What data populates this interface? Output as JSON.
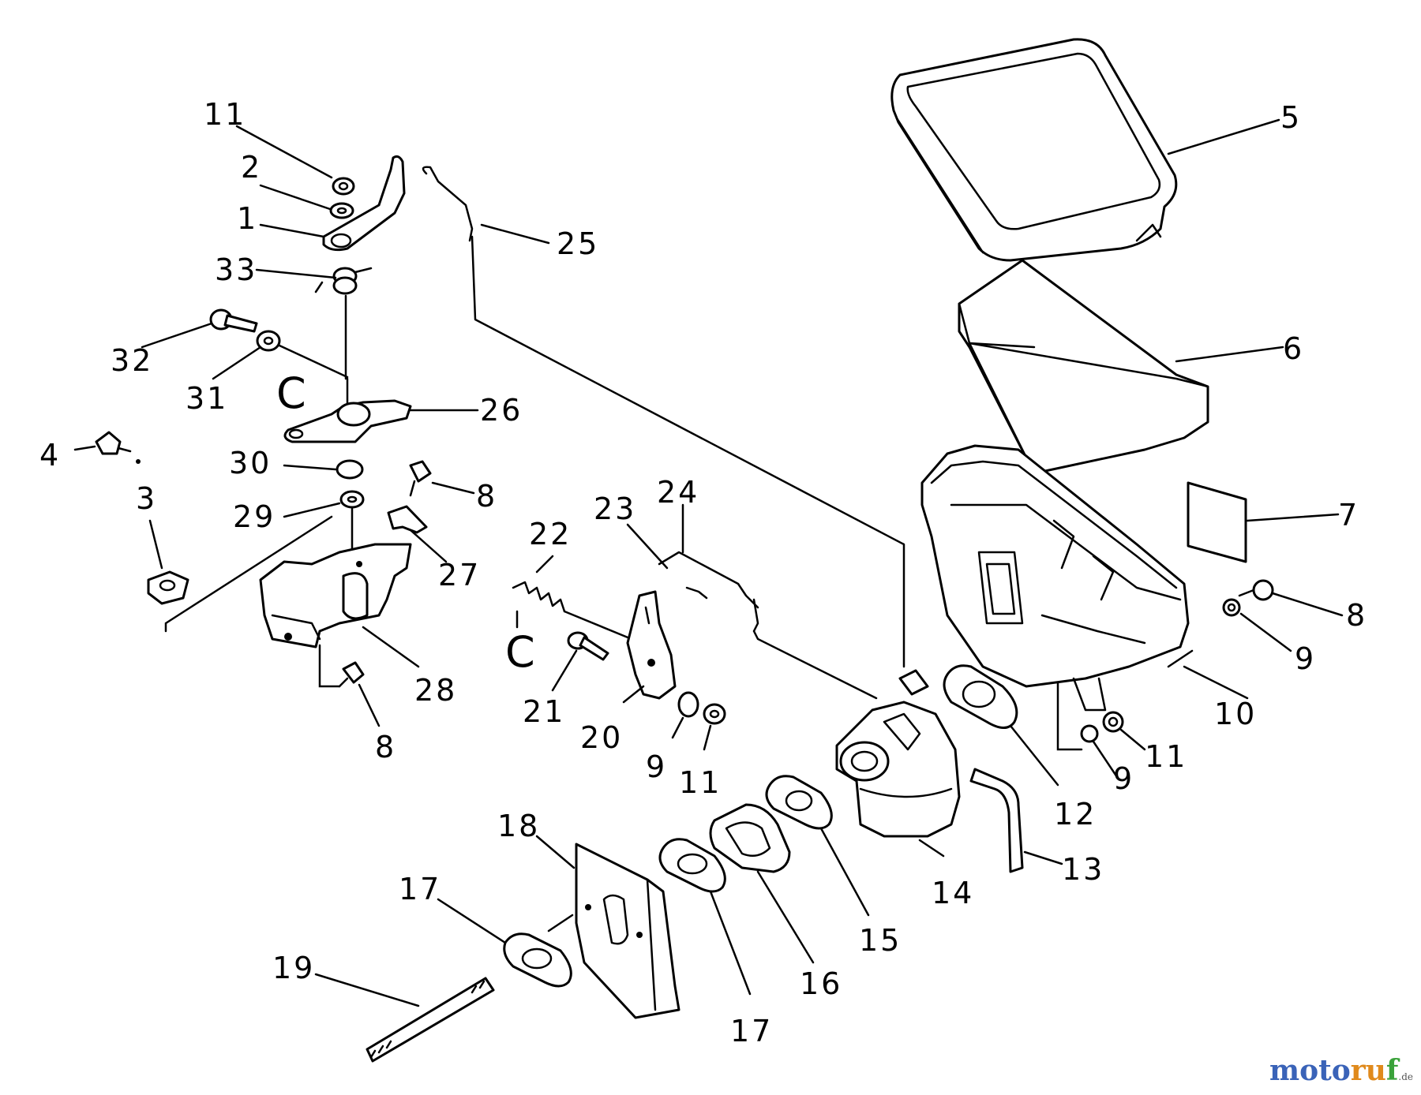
{
  "labels": {
    "l1": "1",
    "l2": "2",
    "l3": "3",
    "l4": "4",
    "l5": "5",
    "l6": "6",
    "l7": "7",
    "l8a": "8",
    "l8b": "8",
    "l8c": "8",
    "l9a": "9",
    "l9b": "9",
    "l9c": "9",
    "l10": "10",
    "l11a": "11",
    "l11b": "11",
    "l11c": "11",
    "l12": "12",
    "l13": "13",
    "l14": "14",
    "l15": "15",
    "l16": "16",
    "l17a": "17",
    "l17b": "17",
    "l18": "18",
    "l19": "19",
    "l20": "20",
    "l21": "21",
    "l22": "22",
    "l23": "23",
    "l24": "24",
    "l25": "25",
    "l26": "26",
    "l27": "27",
    "l28": "28",
    "l29": "29",
    "l30": "30",
    "l31": "31",
    "l32": "32",
    "l33": "33",
    "clipA": "C",
    "clipB": "C"
  },
  "watermark": {
    "part1": "moto",
    "part2": "ru",
    "part3": "f",
    "suffix": ".de"
  }
}
